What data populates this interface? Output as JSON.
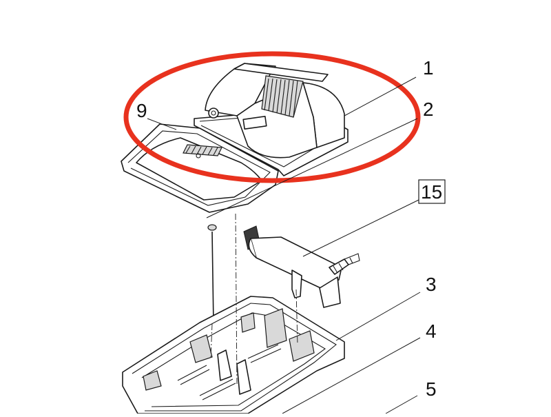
{
  "callouts": [
    {
      "id": "1",
      "boxed": false
    },
    {
      "id": "2",
      "boxed": false
    },
    {
      "id": "9",
      "boxed": false
    },
    {
      "id": "15",
      "boxed": true
    },
    {
      "id": "3",
      "boxed": false
    },
    {
      "id": "4",
      "boxed": false
    },
    {
      "id": "5",
      "boxed": false
    }
  ],
  "highlight": {
    "shape": "ellipse",
    "color": "#e8321e"
  },
  "colors": {
    "line": "#1a1a1a",
    "background": "#ffffff",
    "shade": "#d9d9d9"
  }
}
